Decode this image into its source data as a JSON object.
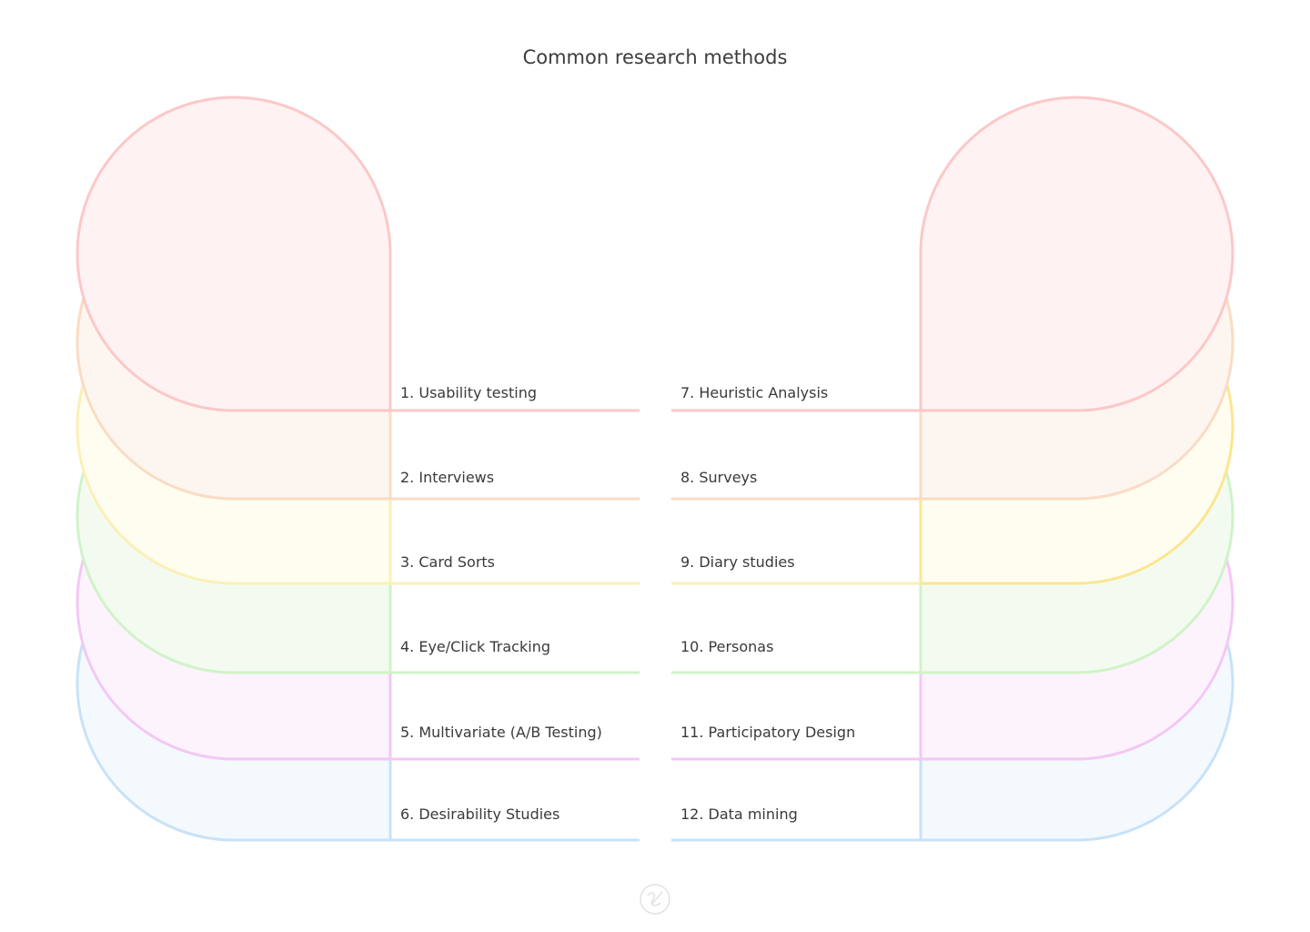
{
  "title": "Common research methods",
  "colors": {
    "red": {
      "stroke": "#fcc8c8",
      "fill": "#fff2f2"
    },
    "orange": {
      "stroke": "#fadcc4",
      "fill": "#fdf6f0"
    },
    "yellow": {
      "stroke": "#fbf0b6",
      "fill": "#fffdf0"
    },
    "yellow_strong": "#fbe690",
    "green": {
      "stroke": "#d0f3c8",
      "fill": "#f3fbf1"
    },
    "pink": {
      "stroke": "#f3c8f6",
      "fill": "#fcf3fc"
    },
    "blue": {
      "stroke": "#c8e2f8",
      "fill": "#f4f9fe"
    },
    "logo": "#e2e2e2"
  },
  "left_items": [
    {
      "label": "1. Usability testing",
      "color": "red"
    },
    {
      "label": "2. Interviews",
      "color": "orange"
    },
    {
      "label": "3. Card Sorts",
      "color": "yellow"
    },
    {
      "label": "4. Eye/Click Tracking",
      "color": "green"
    },
    {
      "label": "5. Multivariate (A/B Testing)",
      "color": "pink"
    },
    {
      "label": "6. Desirability Studies",
      "color": "blue"
    }
  ],
  "right_items": [
    {
      "label": "7. Heuristic Analysis",
      "color": "red"
    },
    {
      "label": "8. Surveys",
      "color": "orange"
    },
    {
      "label": "9. Diary studies",
      "color": "yellow"
    },
    {
      "label": "10. Personas",
      "color": "green"
    },
    {
      "label": "11. Participatory Design",
      "color": "pink"
    },
    {
      "label": "12. Data mining",
      "color": "blue"
    }
  ]
}
